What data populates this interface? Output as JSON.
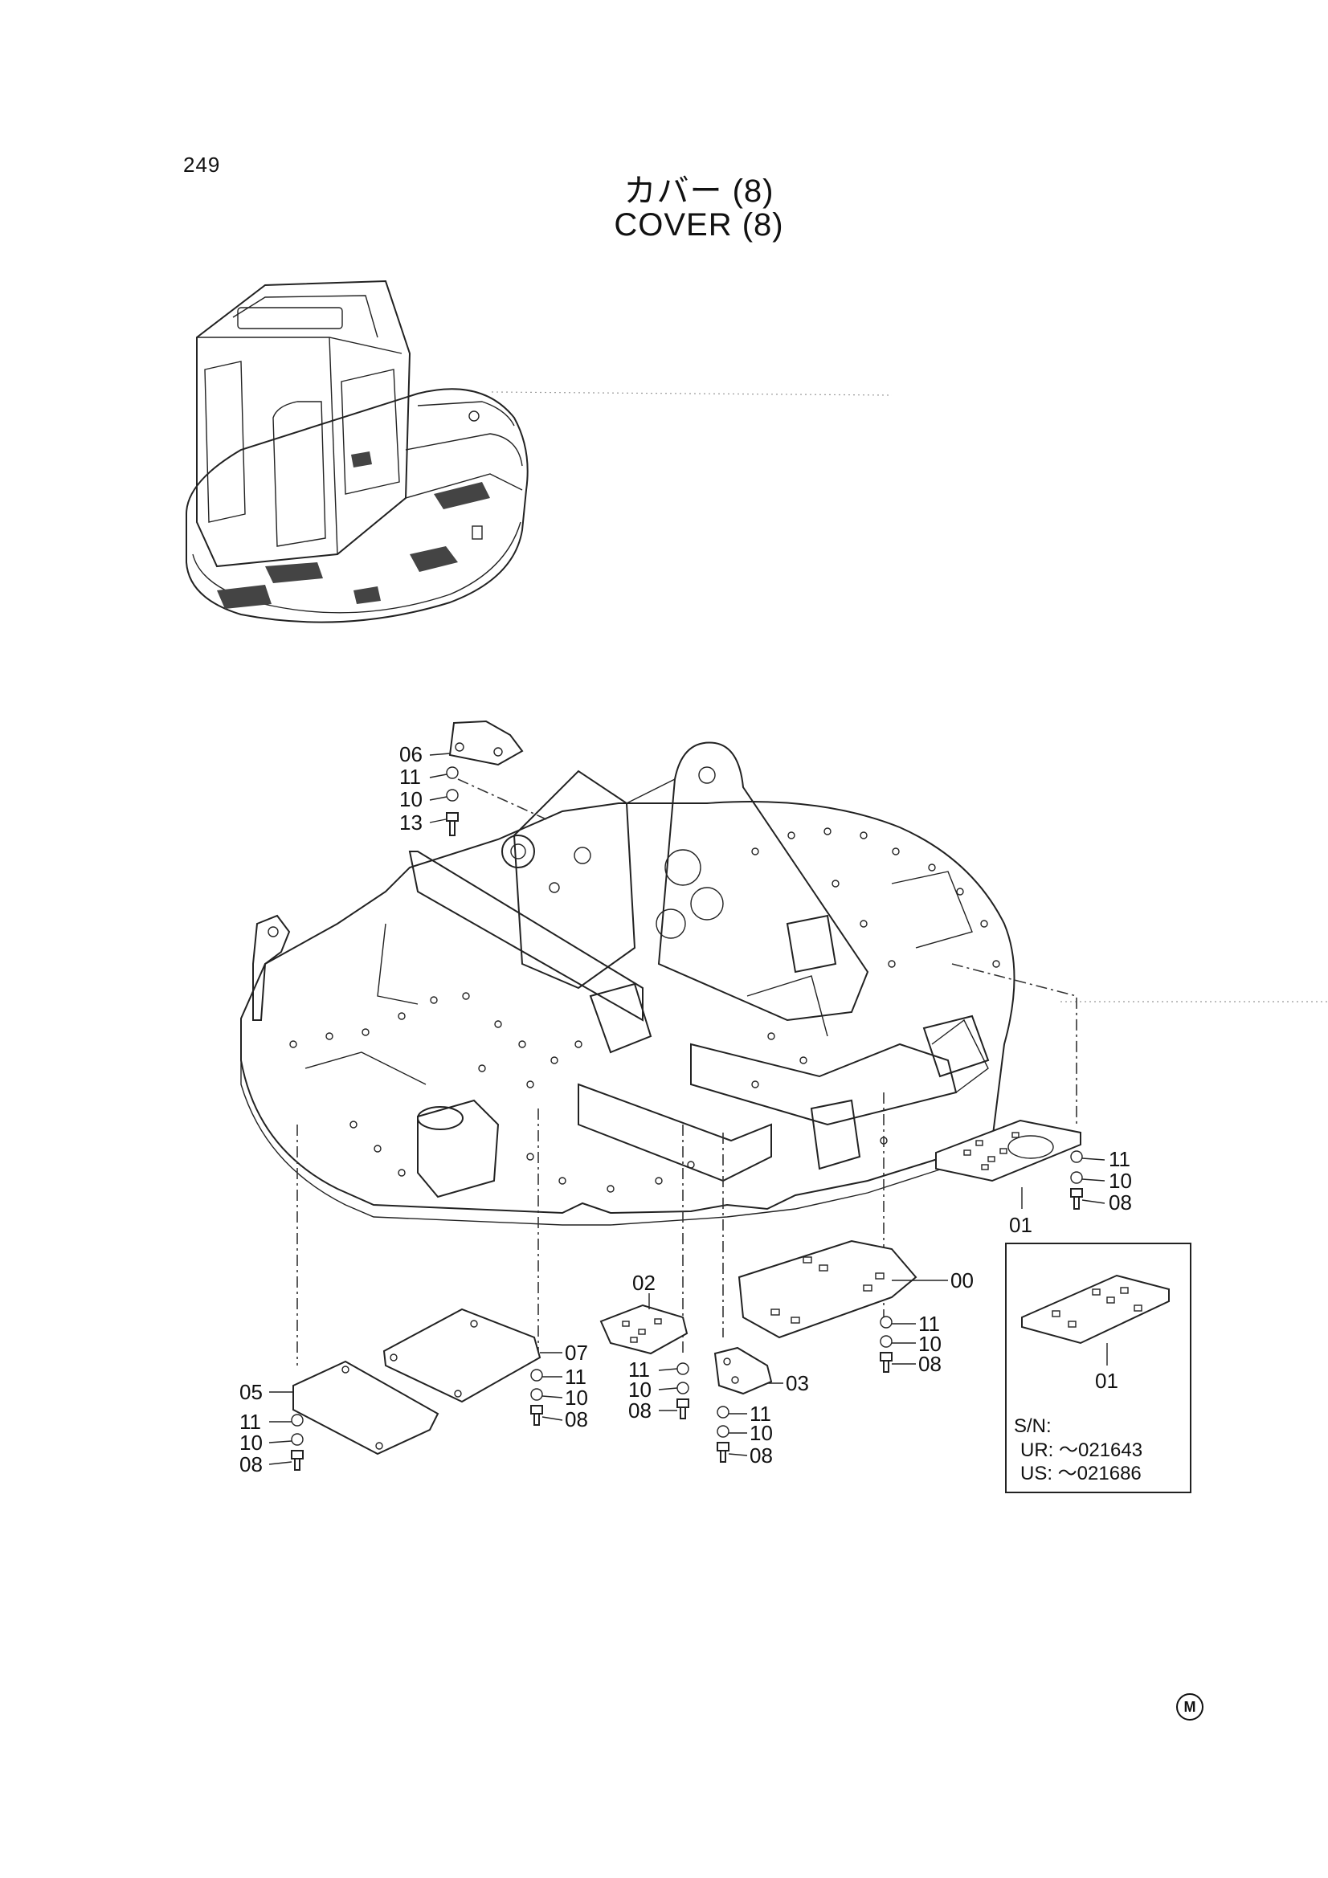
{
  "page_number": "249",
  "title": {
    "japanese": "カバー (8)",
    "english": "COVER (8)"
  },
  "callouts": {
    "c06": "06",
    "c11a": "11",
    "c10a": "10",
    "c13": "13",
    "c01_main": "01",
    "c11_01": "11",
    "c10_01": "10",
    "c08_01": "08",
    "c00": "00",
    "c11_00": "11",
    "c10_00": "10",
    "c08_00": "08",
    "c02": "02",
    "c11_02": "11",
    "c10_02": "10",
    "c08_02": "08",
    "c03": "03",
    "c11_03": "11",
    "c10_03": "10",
    "c08_03": "08",
    "c07": "07",
    "c11_07": "11",
    "c10_07": "10",
    "c08_07": "08",
    "c05": "05",
    "c11_05": "11",
    "c10_05": "10",
    "c08_05": "08"
  },
  "inset": {
    "part_label": "01",
    "sn_heading": "S/N:",
    "ur_line": "UR: ～021643",
    "us_line": "US: ～021686"
  },
  "footer_mark": "M"
}
